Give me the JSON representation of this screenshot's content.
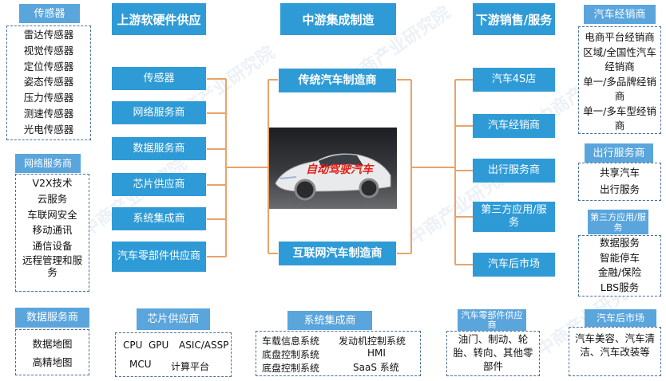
{
  "columns": {
    "upstream": "上游软硬件供应",
    "midstream": "中游集成制造",
    "downstream": "下游销售/服务"
  },
  "upstream_items": [
    "传感器",
    "网络服务商",
    "数据服务商",
    "芯片供应商",
    "系统集成商",
    "汽车零部件供应商"
  ],
  "midstream": {
    "traditional": "传统汽车制造商",
    "internet": "互联网汽车制造商",
    "car_label": "自动驾驶汽车"
  },
  "downstream_items": [
    "汽车4S店",
    "汽车经销商",
    "出行服务商",
    "第三方应用/服务",
    "汽车后市场"
  ],
  "left_panels": {
    "sensors": {
      "title": "传感器",
      "items": [
        "雷达传感器",
        "视觉传感器",
        "定位传感器",
        "姿态传感器",
        "压力传感器",
        "测速传感器",
        "光电传感器"
      ]
    },
    "network": {
      "title": "网络服务商",
      "items": [
        "V2X技术",
        "云服务",
        "车联网安全",
        "移动通讯",
        "通信设备",
        "远程管理和服务"
      ]
    },
    "data": {
      "title": "数据服务商",
      "items": [
        "数据地图",
        "高精地图"
      ]
    }
  },
  "right_panels": {
    "dealer": {
      "title": "汽车经销商",
      "items": [
        "电商平台经销商",
        "区域/全国性汽车经销商",
        "单一/多品牌经销商",
        "单一/多车型经销商"
      ]
    },
    "mobility": {
      "title": "出行服务商",
      "items": [
        "共享汽车",
        "出行服务"
      ]
    },
    "thirdparty": {
      "title": "第三方应用/服务",
      "items": [
        "数据服务",
        "智能停车",
        "金融/保险",
        "LBS服务"
      ]
    },
    "aftermarket": {
      "title": "汽车后市场",
      "text": "汽车美容、汽车清洁、汽车改装等"
    }
  },
  "bottom_panels": {
    "chip": {
      "title": "芯片供应商",
      "items": [
        "CPU",
        "GPU",
        "ASIC/ASSP",
        "MCU",
        "计算平台"
      ]
    },
    "integrator": {
      "title": "系统集成商",
      "items": [
        "车载信息系统",
        "发动机控制系统",
        "底盘控制系统",
        "HMI",
        "底盘控制系统",
        "SaaS 系统"
      ]
    },
    "parts": {
      "title": "汽车零部件供应商",
      "text": "油门、制动、轮胎、转向、其他零部件"
    }
  },
  "watermark": "中商产业研究院",
  "colors": {
    "primary": "#2f9bd6",
    "tag": "#5aa5dc",
    "connector": "#e8a36a",
    "border": "#4a6f9a"
  }
}
